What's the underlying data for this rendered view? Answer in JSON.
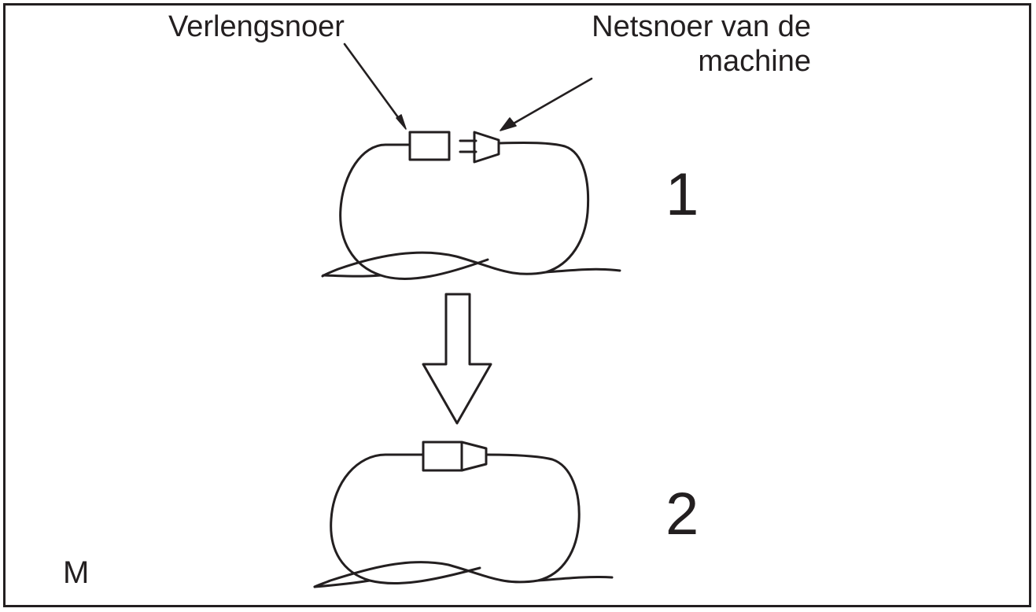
{
  "labels": {
    "extension_cord": "Verlengsnoer",
    "machine_cord_line1": "Netsnoer van de",
    "machine_cord_line2": "machine"
  },
  "steps": {
    "step1": "1",
    "step2": "2"
  },
  "figure_letter": "M",
  "colors": {
    "line": "#231f20",
    "background": "#ffffff"
  }
}
